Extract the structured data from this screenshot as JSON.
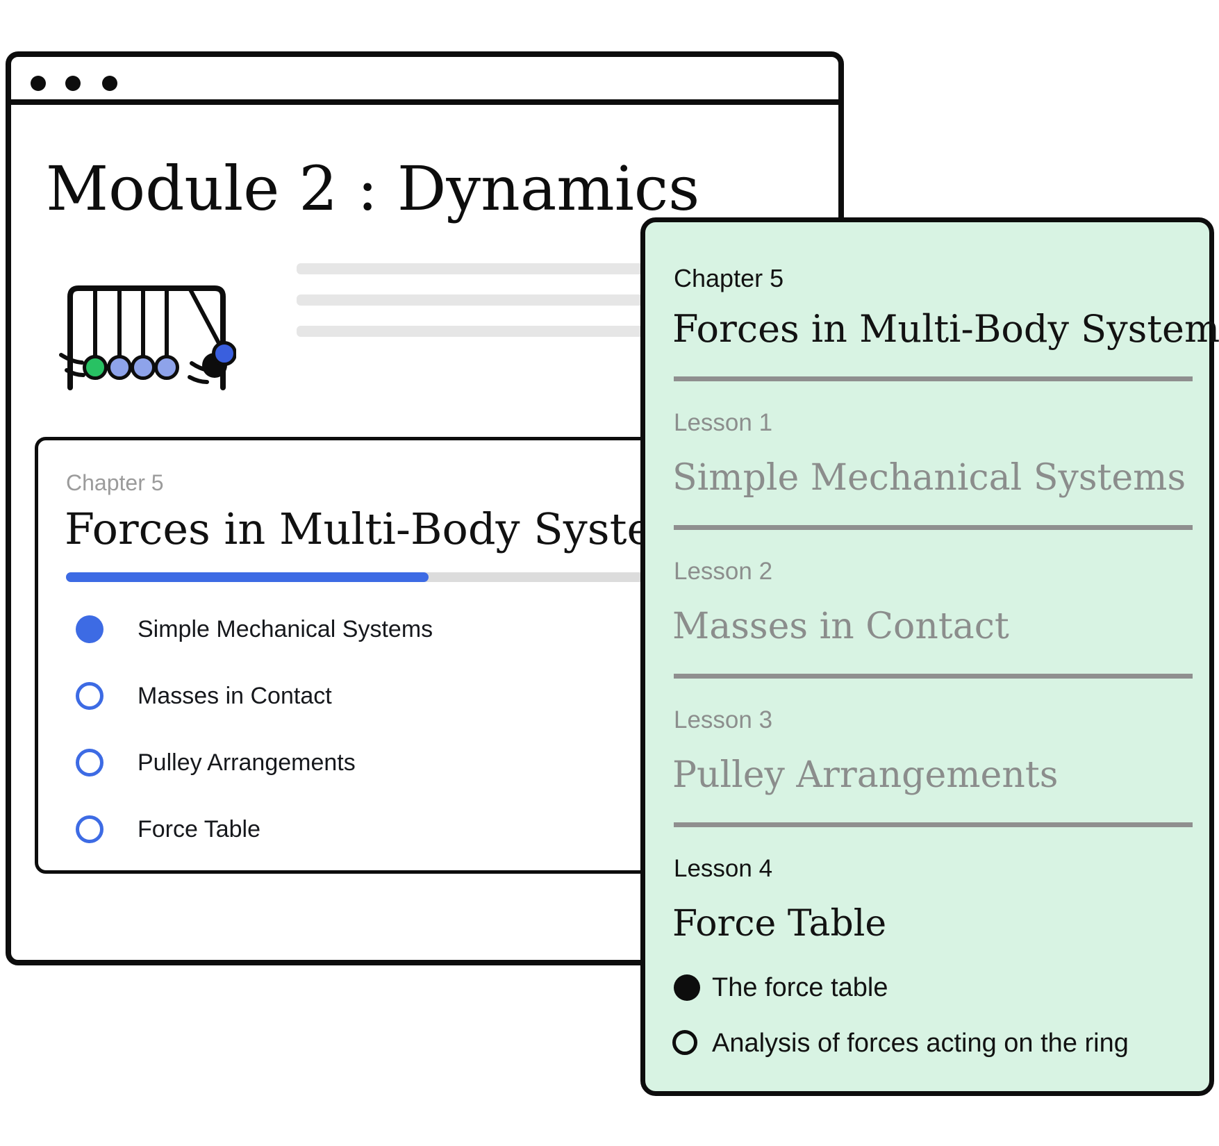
{
  "browser_window": {
    "heading": "Module 2 : Dynamics",
    "illustration": "newtons-cradle",
    "skeleton_line_count": 3
  },
  "chapter_card": {
    "chapter_label": "Chapter 5",
    "title": "Forces in Multi-Body Systems",
    "progress": {
      "fill_ratio": 0.52
    },
    "lessons": [
      {
        "title": "Simple Mechanical Systems",
        "selected": true
      },
      {
        "title": "Masses in Contact",
        "selected": false
      },
      {
        "title": "Pulley Arrangements",
        "selected": false
      },
      {
        "title": "Force Table",
        "selected": false
      }
    ]
  },
  "chapter_panel": {
    "chapter_label": "Chapter 5",
    "title": "Forces in Multi-Body Systems",
    "lessons": [
      {
        "label": "Lesson 1",
        "title": "Simple Mechanical Systems",
        "emphasis": "muted"
      },
      {
        "label": "Lesson 2",
        "title": "Masses in Contact",
        "emphasis": "muted"
      },
      {
        "label": "Lesson 3",
        "title": "Pulley Arrangements",
        "emphasis": "muted"
      },
      {
        "label": "Lesson 4",
        "title": "Force Table",
        "emphasis": "active"
      }
    ],
    "lesson4_items": [
      {
        "label": "The force table",
        "selected": true
      },
      {
        "label": "Analysis of forces acting on the ring",
        "selected": false
      }
    ]
  },
  "colors": {
    "accent_blue": "#3D6BE4",
    "ball_light_blue": "#8EA3EA",
    "ball_green": "#28C163",
    "ball_dark_blue": "#3A5FDE",
    "panel_green": "#D8F3E3",
    "rule_gray": "#8F8F8F",
    "muted_text": "#8E908F",
    "skeleton_gray": "#E6E6E6",
    "ink": "#0D0D0D"
  }
}
